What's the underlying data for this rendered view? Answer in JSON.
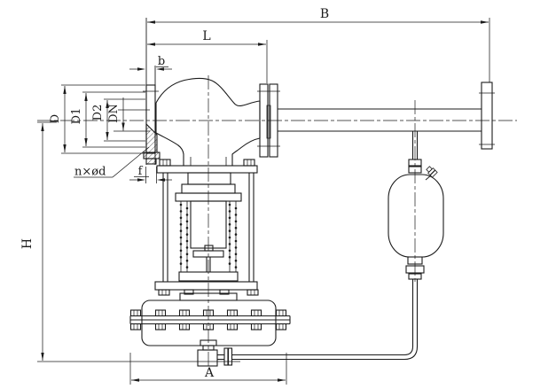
{
  "canvas": {
    "background": "#ffffff",
    "line_color": "#1b1b1b"
  },
  "labels": {
    "B": "B",
    "L": "L",
    "b": "b",
    "D": "D",
    "D1": "D1",
    "D2": "D2",
    "DN": "DN",
    "bolt_holes": "n×ød",
    "f": "f",
    "H": "H",
    "A": "A"
  }
}
